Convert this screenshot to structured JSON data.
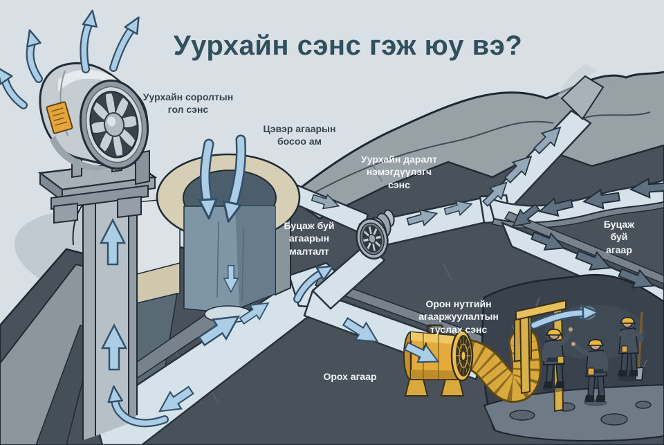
{
  "title": "Уурхайн сэнс гэж юу вэ?",
  "labels": {
    "main_fan": "Уурхайн соролтын\nгол сэнс",
    "clean_air_shaft": "Цэвэр агаарын\nбосоо ам",
    "booster_fan": "Уурхайн даралт\nнэмэгдүүлэгч\nсэнс",
    "return_air_drift": "Буцаж буй\nагаарын\nмалталт",
    "return_air": "Буцаж буй агаар",
    "aux_fan": "Орон нутгийн\nагааржуулалтын\nтуслах сэнс",
    "intake_air": "Орох агаар"
  },
  "colors": {
    "sky": "#d9e0e5",
    "terrain_medium": "#98a1a6",
    "rock_dark": "#49525b",
    "rock_cavern": "#3a434d",
    "tunnel_light": "#d5e2ea",
    "arrow_blue": "#abcde6",
    "arrow_dark": "#5f7080",
    "fan_metal": "#c6cdd2",
    "fan_yellow": "#e2ab3a",
    "collar_beige": "#d7ceb6",
    "helmet_yellow": "#e8b83c",
    "warning_orange": "#e8a43c",
    "label_dark": "#35454f",
    "label_light": "#f4f7f9",
    "title_text": "#31505e"
  }
}
